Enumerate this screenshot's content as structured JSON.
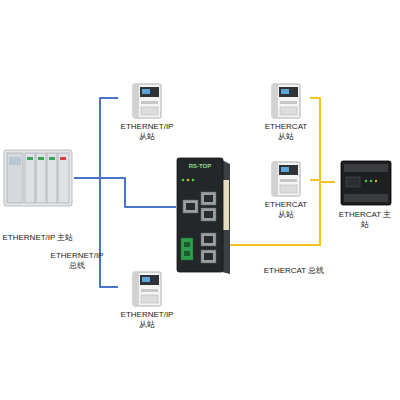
{
  "diagram": {
    "nodes": [
      {
        "text": [
          "ETHERNET/IP 主站"
        ]
      },
      {
        "text": [
          "ETHERNET/IP 从站"
        ]
      },
      {
        "text": [
          "ETHERNET/IP 从站"
        ]
      },
      {
        "text": [
          "RS-TOP"
        ]
      },
      {
        "text": [
          "ETHERCAT 从站"
        ]
      },
      {
        "text": [
          "ETHERCAT 从站"
        ]
      },
      {
        "text": [
          "ETHERCAT 主站"
        ]
      }
    ],
    "edges": [
      {
        "from": 0,
        "to": 1,
        "arrow": "none"
      },
      {
        "from": 0,
        "to": 2,
        "arrow": "none"
      },
      {
        "from": 0,
        "to": 3,
        "arrow": "none"
      },
      {
        "from": 3,
        "to": 4,
        "arrow": "none"
      },
      {
        "from": 3,
        "to": 5,
        "arrow": "none"
      },
      {
        "from": 3,
        "to": 6,
        "arrow": "none"
      }
    ],
    "labels": [
      "ETHERNET/IP 总线",
      "ETHERCAT 总线"
    ]
  }
}
